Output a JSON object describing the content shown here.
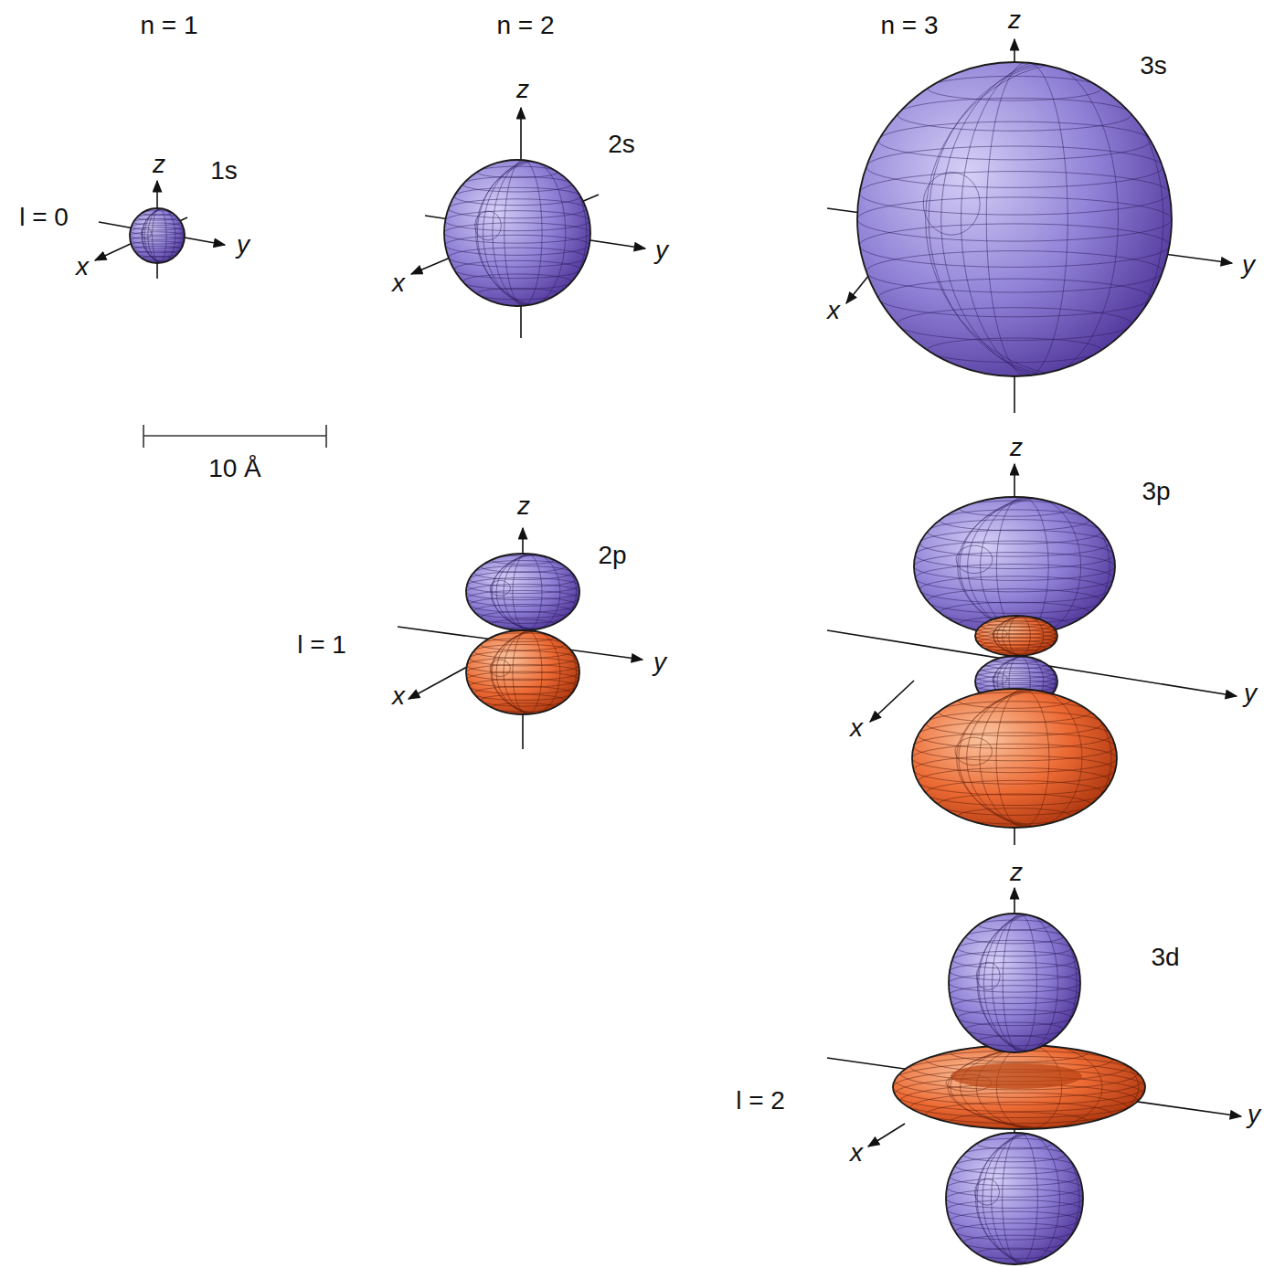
{
  "diagram": {
    "labels": [
      "n = 1",
      "n = 2",
      "n = 3",
      "z",
      "3s",
      "z",
      "2s",
      "z",
      "1s",
      "l = 0",
      "y",
      "x",
      "y",
      "x",
      "y",
      "x",
      "10 Å",
      "z",
      "3p",
      "z",
      "2p",
      "l = 1",
      "y",
      "x",
      "y",
      "x",
      "z",
      "3d",
      "l = 2",
      "y",
      "x"
    ]
  }
}
